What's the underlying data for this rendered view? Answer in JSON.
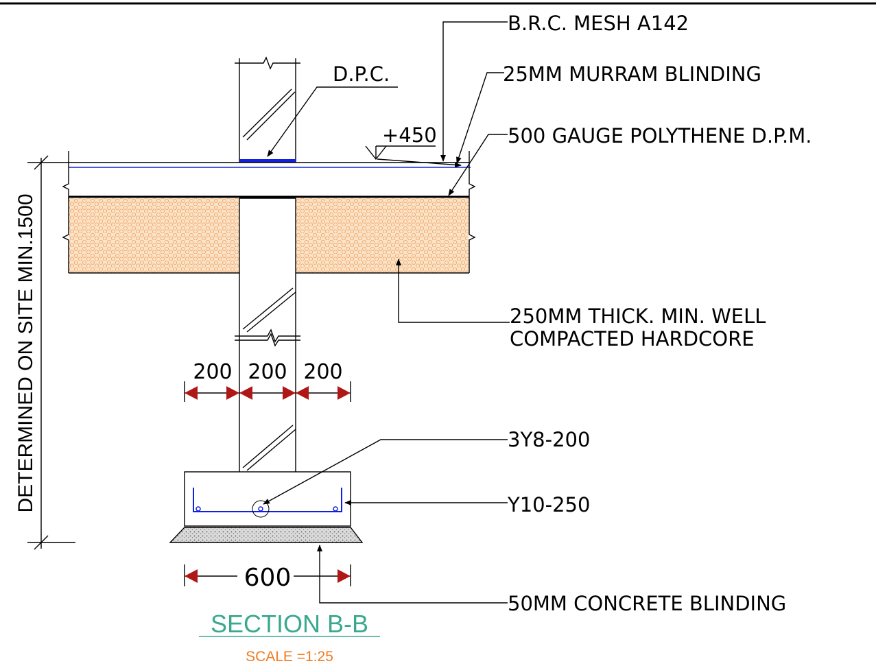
{
  "labels": {
    "brc_mesh": "B.R.C. MESH A142",
    "murram": "25MM MURRAM BLINDING",
    "dpc": "D.P.C.",
    "level": "+450",
    "dpm": "500 GAUGE POLYTHENE D.P.M.",
    "hardcore_line1": "250MM THICK. MIN. WELL",
    "hardcore_line2": "COMPACTED HARDCORE",
    "bars_top": "3Y8-200",
    "bars_bottom": "Y10-250",
    "blinding": "50MM CONCRETE BLINDING",
    "depth_note": "DETERMINED ON SITE MIN.1500"
  },
  "dimensions": {
    "left": "200",
    "middle": "200",
    "right": "200",
    "footing_width": "600"
  },
  "title": {
    "text": "SECTION B-B",
    "scale": "SCALE =1:25"
  },
  "colors": {
    "hardcore_fill": "#fbe3c8",
    "hardcore_stroke": "#f0a060",
    "rebar": "#1020e0",
    "dim_arrow": "#b01818",
    "title": "#3aa88f",
    "scale": "#f07a1e"
  }
}
